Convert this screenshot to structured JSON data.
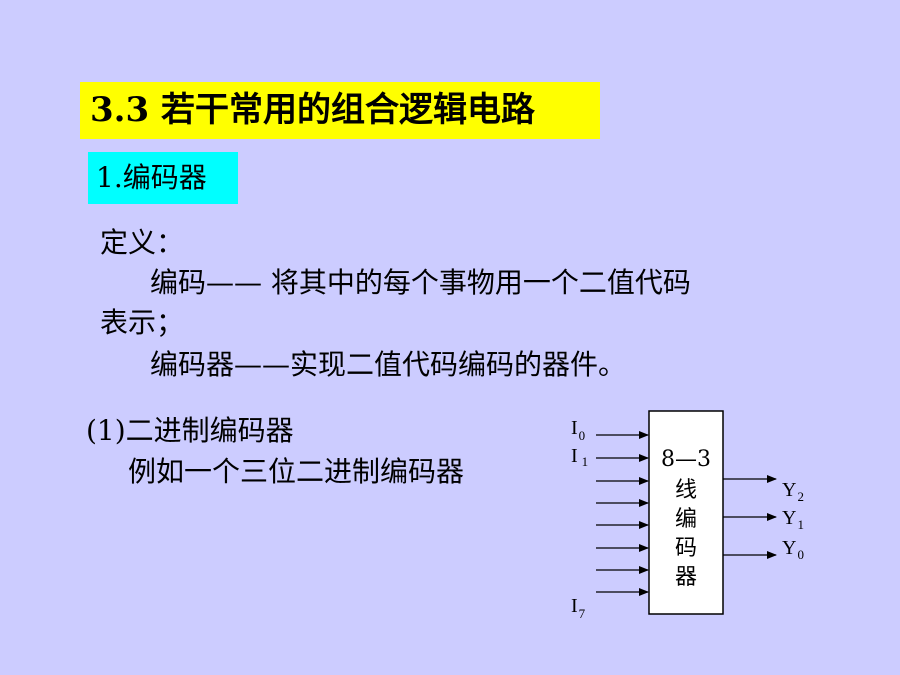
{
  "title": "3.3 若干常用的组合逻辑电路",
  "subtitle": "1.编码器",
  "definition": {
    "heading": "定义：",
    "line1": "编码—— 将其中的每个事物用一个二值代码",
    "line2": "表示；",
    "line3": "编码器——实现二值代码编码的器件。"
  },
  "section": {
    "heading": "(1)二进制编码器",
    "example": "例如一个三位二进制编码器"
  },
  "diagram": {
    "box_label": "8—3",
    "box_chars": [
      "线",
      "编",
      "码",
      "器"
    ],
    "inputs": [
      {
        "letter": "I",
        "sub": "0"
      },
      {
        "letter": "I",
        "sub": "1"
      },
      {
        "letter": "I",
        "sub": "7"
      }
    ],
    "outputs": [
      {
        "letter": "Y",
        "sub": "2"
      },
      {
        "letter": "Y",
        "sub": "1"
      },
      {
        "letter": "Y",
        "sub": "0"
      }
    ]
  }
}
